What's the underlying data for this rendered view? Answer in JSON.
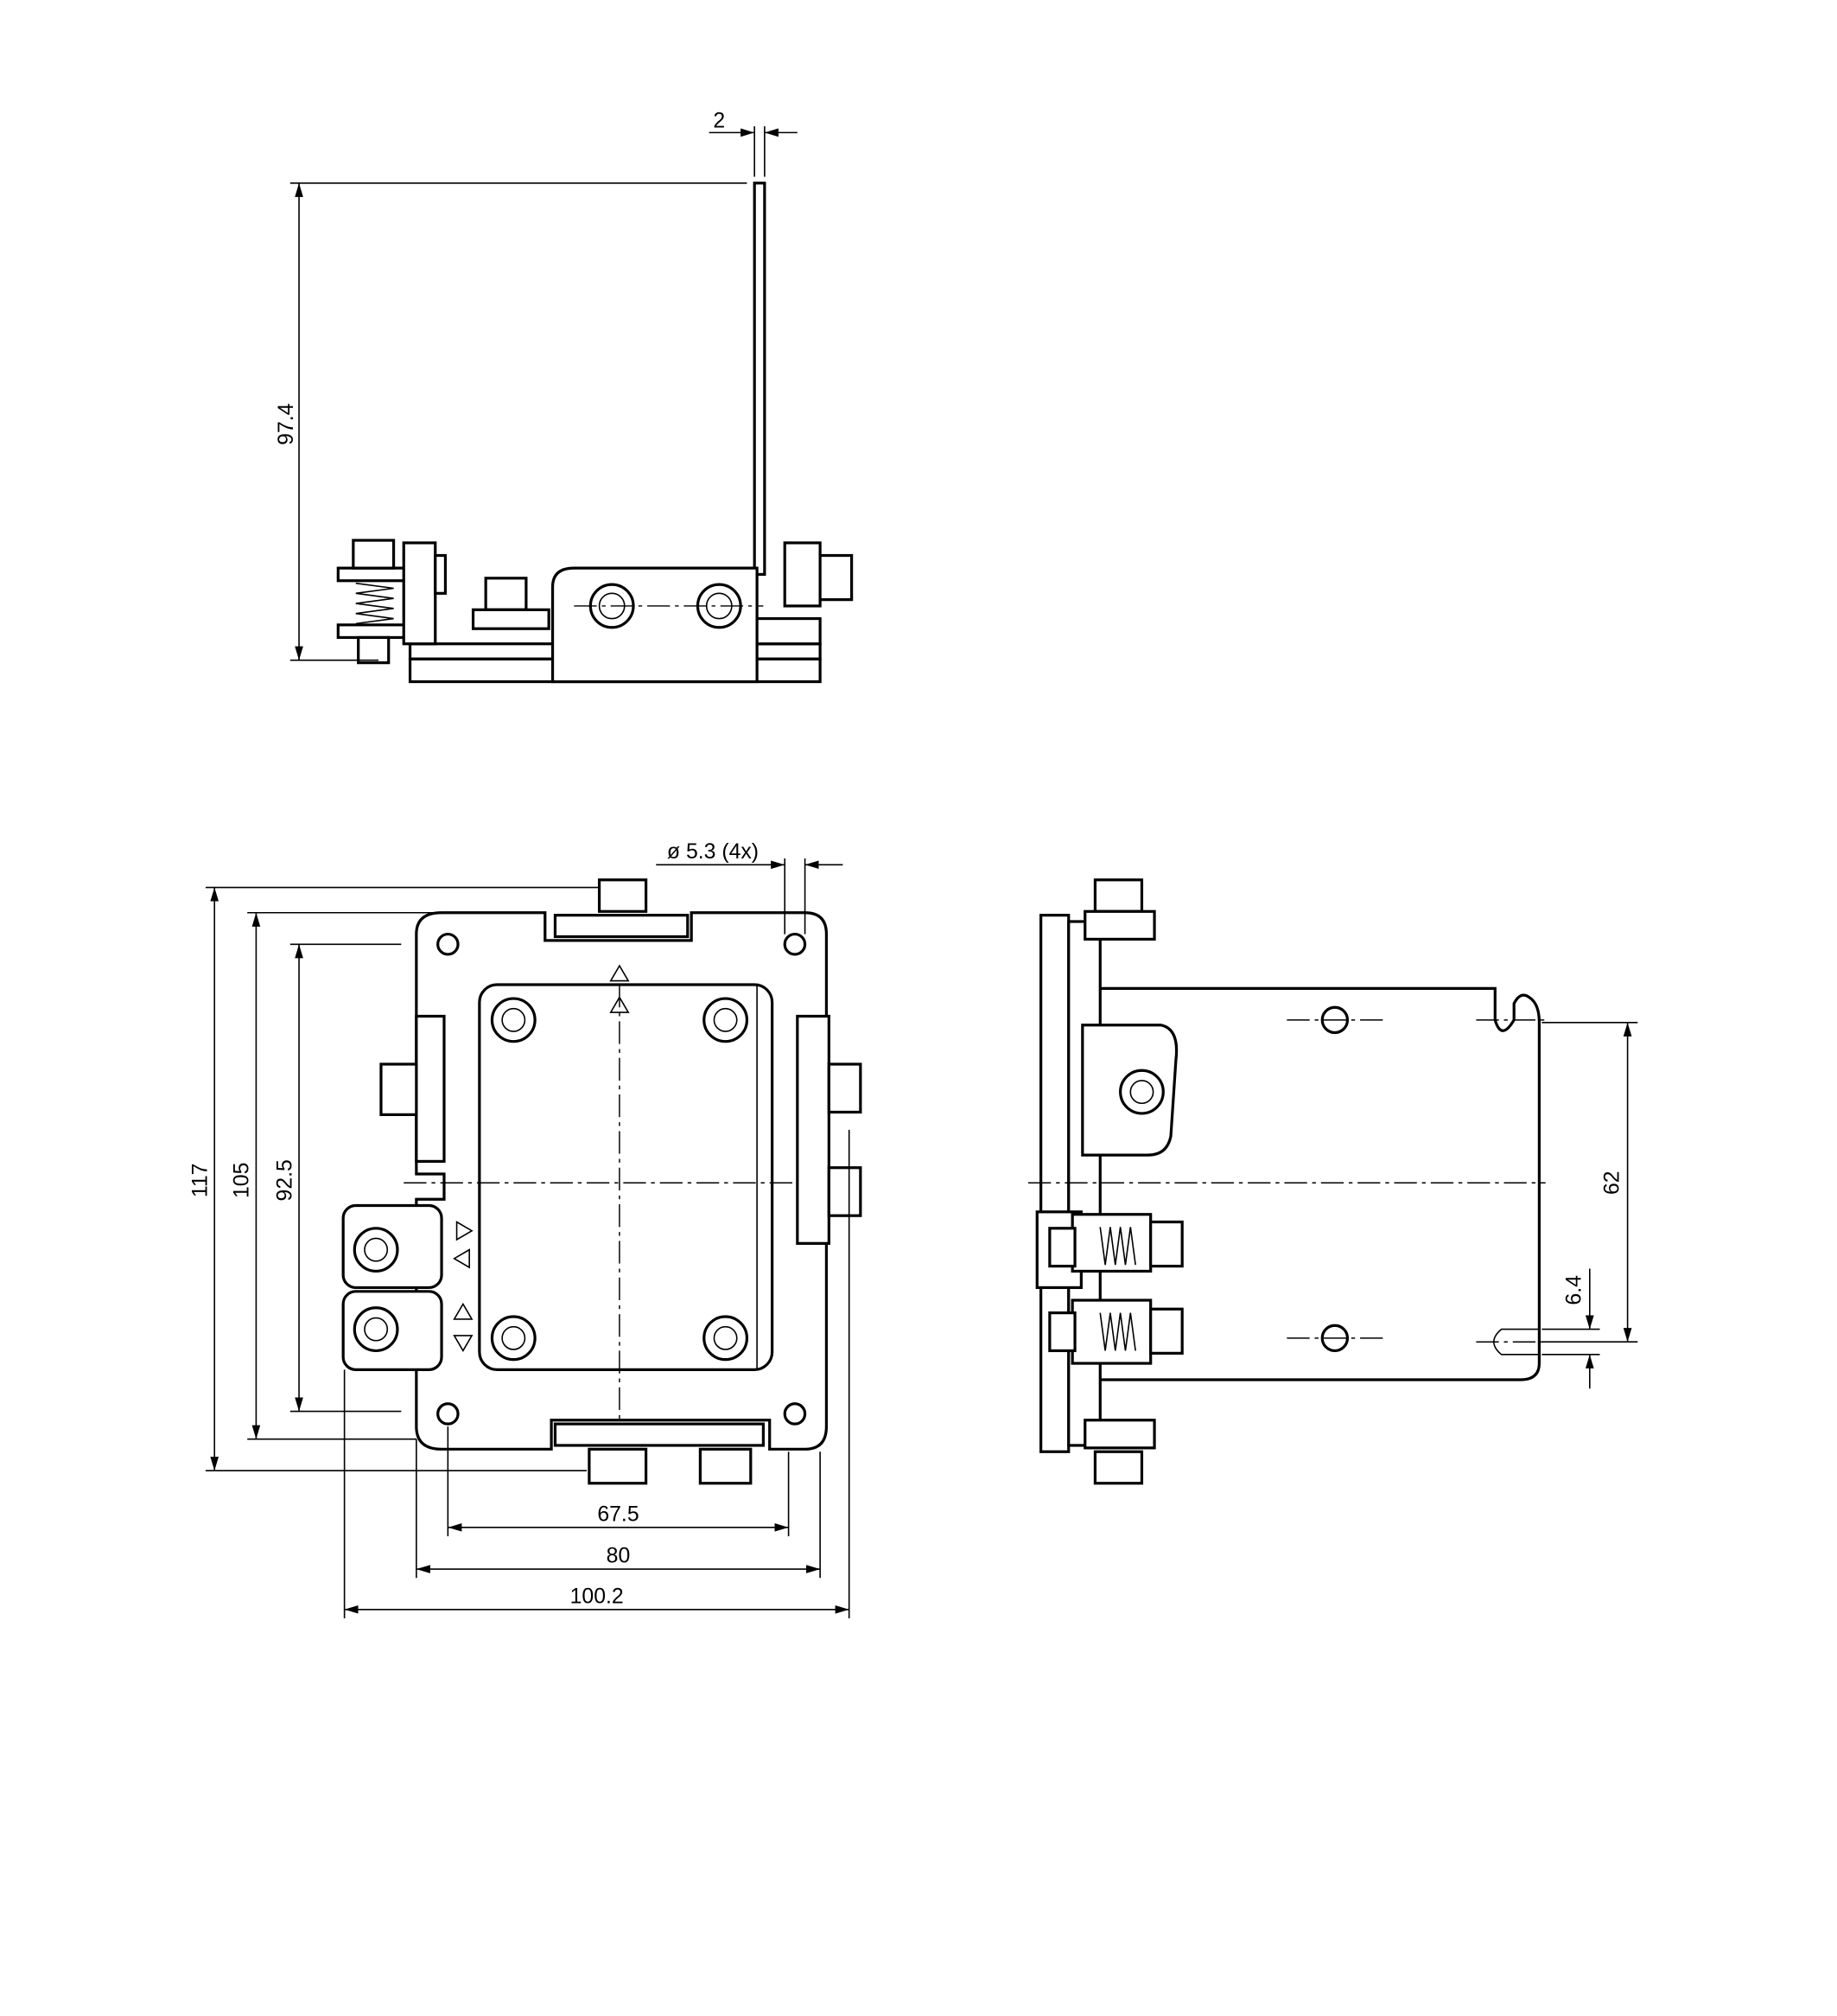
{
  "drawing": {
    "top_view": {
      "thickness_label": "2",
      "height_label": "97.4"
    },
    "front_view": {
      "hole_label": "ø 5.3 (4x)",
      "height_overall": "117",
      "height_body": "105",
      "height_holes": "92.5",
      "width_holes": "67.5",
      "width_body": "80",
      "width_overall": "100.2"
    },
    "side_view": {
      "slot_spacing": "62",
      "slot_width": "6.4"
    }
  }
}
